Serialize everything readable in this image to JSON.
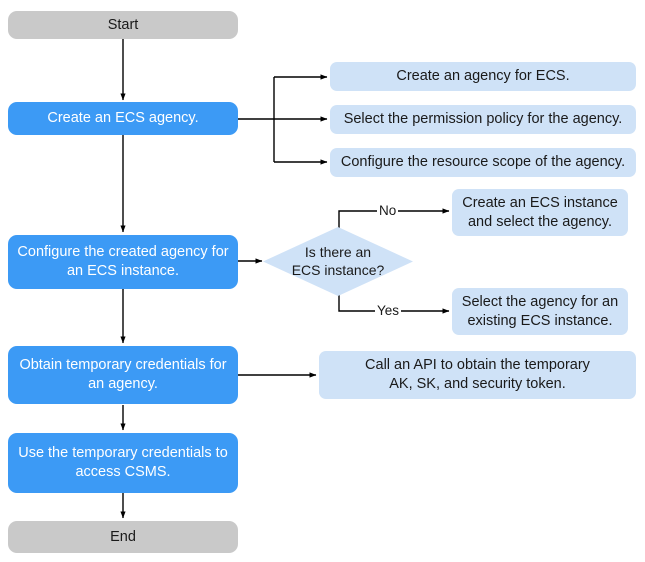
{
  "diagram": {
    "title_nodes": {
      "start": "Start",
      "end": "End"
    },
    "main_steps": [
      {
        "id": "create-ecs-agency",
        "label": "Create an ECS agency."
      },
      {
        "id": "configure-created-agency",
        "label": "Configure the created agency for an ECS instance.",
        "line1": "Configure the created agency for",
        "line2": "an ECS instance."
      },
      {
        "id": "obtain-temporary-credentials",
        "label": "Obtain temporary credentials for an agency.",
        "line1": "Obtain temporary credentials for",
        "line2": "an agency."
      },
      {
        "id": "use-temporary-credentials",
        "label": "Use the temporary credentials to access CSMS.",
        "line1": "Use the temporary credentials to",
        "line2": "access CSMS."
      }
    ],
    "agency_substeps": [
      {
        "id": "create-agency-for-ecs",
        "label": "Create an agency for ECS."
      },
      {
        "id": "select-permission-policy",
        "label": "Select the permission policy for the agency."
      },
      {
        "id": "configure-resource-scope",
        "label": "Configure the resource scope of the agency."
      }
    ],
    "decision": {
      "id": "is-there-an-ecs-instance",
      "line1": "Is there an",
      "line2": "ECS instance?",
      "branches": {
        "no": "No",
        "yes": "Yes"
      }
    },
    "decision_outcomes": [
      {
        "id": "create-ecs-instance-select-agency",
        "branch": "No",
        "line1": "Create an ECS instance",
        "line2": "and select the agency."
      },
      {
        "id": "select-agency-existing-instance",
        "branch": "Yes",
        "line1": "Select the agency for an",
        "line2": "existing ECS instance."
      }
    ],
    "api_step": {
      "id": "call-api-temporary-credentials",
      "line1": "Call an API to obtain the temporary",
      "line2": "AK, SK, and security token."
    },
    "colors": {
      "primary": "#3c9af5",
      "secondary": "#cfe2f7",
      "terminator": "#c9c9c9",
      "connector": "#000000",
      "background": "#ffffff"
    }
  }
}
